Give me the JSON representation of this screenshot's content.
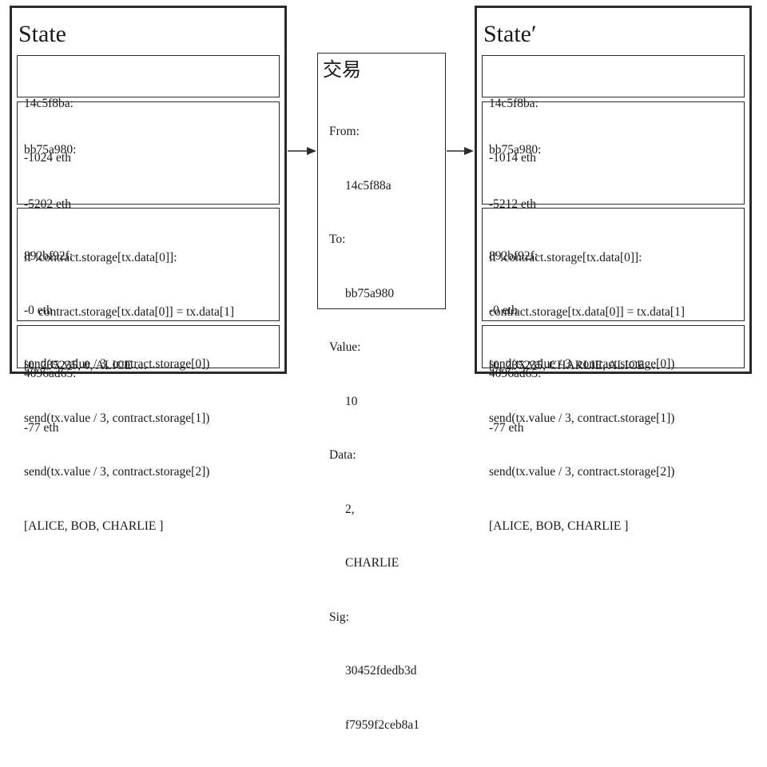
{
  "state_before": {
    "title": "State",
    "accounts": [
      {
        "address": "14c5f8ba:",
        "balance": "-1024 eth",
        "lines": []
      },
      {
        "address": "bb75a980:",
        "balance": "-5202 eth",
        "lines": [
          "if !contract.storage[tx.data[0]]:",
          "contract.storage[tx.data[0]] = tx.data[1]",
          "[0, 235235, 0, ALICE …"
        ]
      },
      {
        "address": "892bf92f:",
        "balance": "-0 eth",
        "lines": [
          "send(tx.value / 3, contract.storage[0])",
          "send(tx.value / 3, contract.storage[1])",
          "send(tx.value / 3, contract.storage[2])",
          "[ALICE, BOB, CHARLIE ]"
        ]
      },
      {
        "address": "4096ad65:",
        "balance": "-77 eth",
        "lines": []
      }
    ]
  },
  "transaction": {
    "title": "交易",
    "from_label": "From:",
    "from_value": "14c5f88a",
    "to_label": "To:",
    "to_value": "bb75a980",
    "value_label": "Value:",
    "value_value": "10",
    "data_label": "Data:",
    "data_values": [
      "2,",
      "CHARLIE"
    ],
    "sig_label": "Sig:",
    "sig_values": [
      "30452fdedb3d",
      "f7959f2ceb8a1"
    ]
  },
  "state_after": {
    "title": "State′",
    "accounts": [
      {
        "address": "14c5f8ba:",
        "balance": "-1014 eth",
        "lines": []
      },
      {
        "address": "bb75a980:",
        "balance": "-5212 eth",
        "lines": [
          "if !contract.storage[tx.data[0]]:",
          "contract.storage[tx.data[0]] = tx.data[1]",
          "[0, 235235, CHARLIE, ALICE …"
        ]
      },
      {
        "address": "892bf92f:",
        "balance": "-0 eth",
        "lines": [
          "send(tx.value / 3, contract.storage[0])",
          "send(tx.value / 3, contract.storage[1])",
          "send(tx.value / 3, contract.storage[2])",
          "[ALICE, BOB, CHARLIE ]"
        ]
      },
      {
        "address": "4096ad65:",
        "balance": "-77 eth",
        "lines": []
      }
    ]
  }
}
